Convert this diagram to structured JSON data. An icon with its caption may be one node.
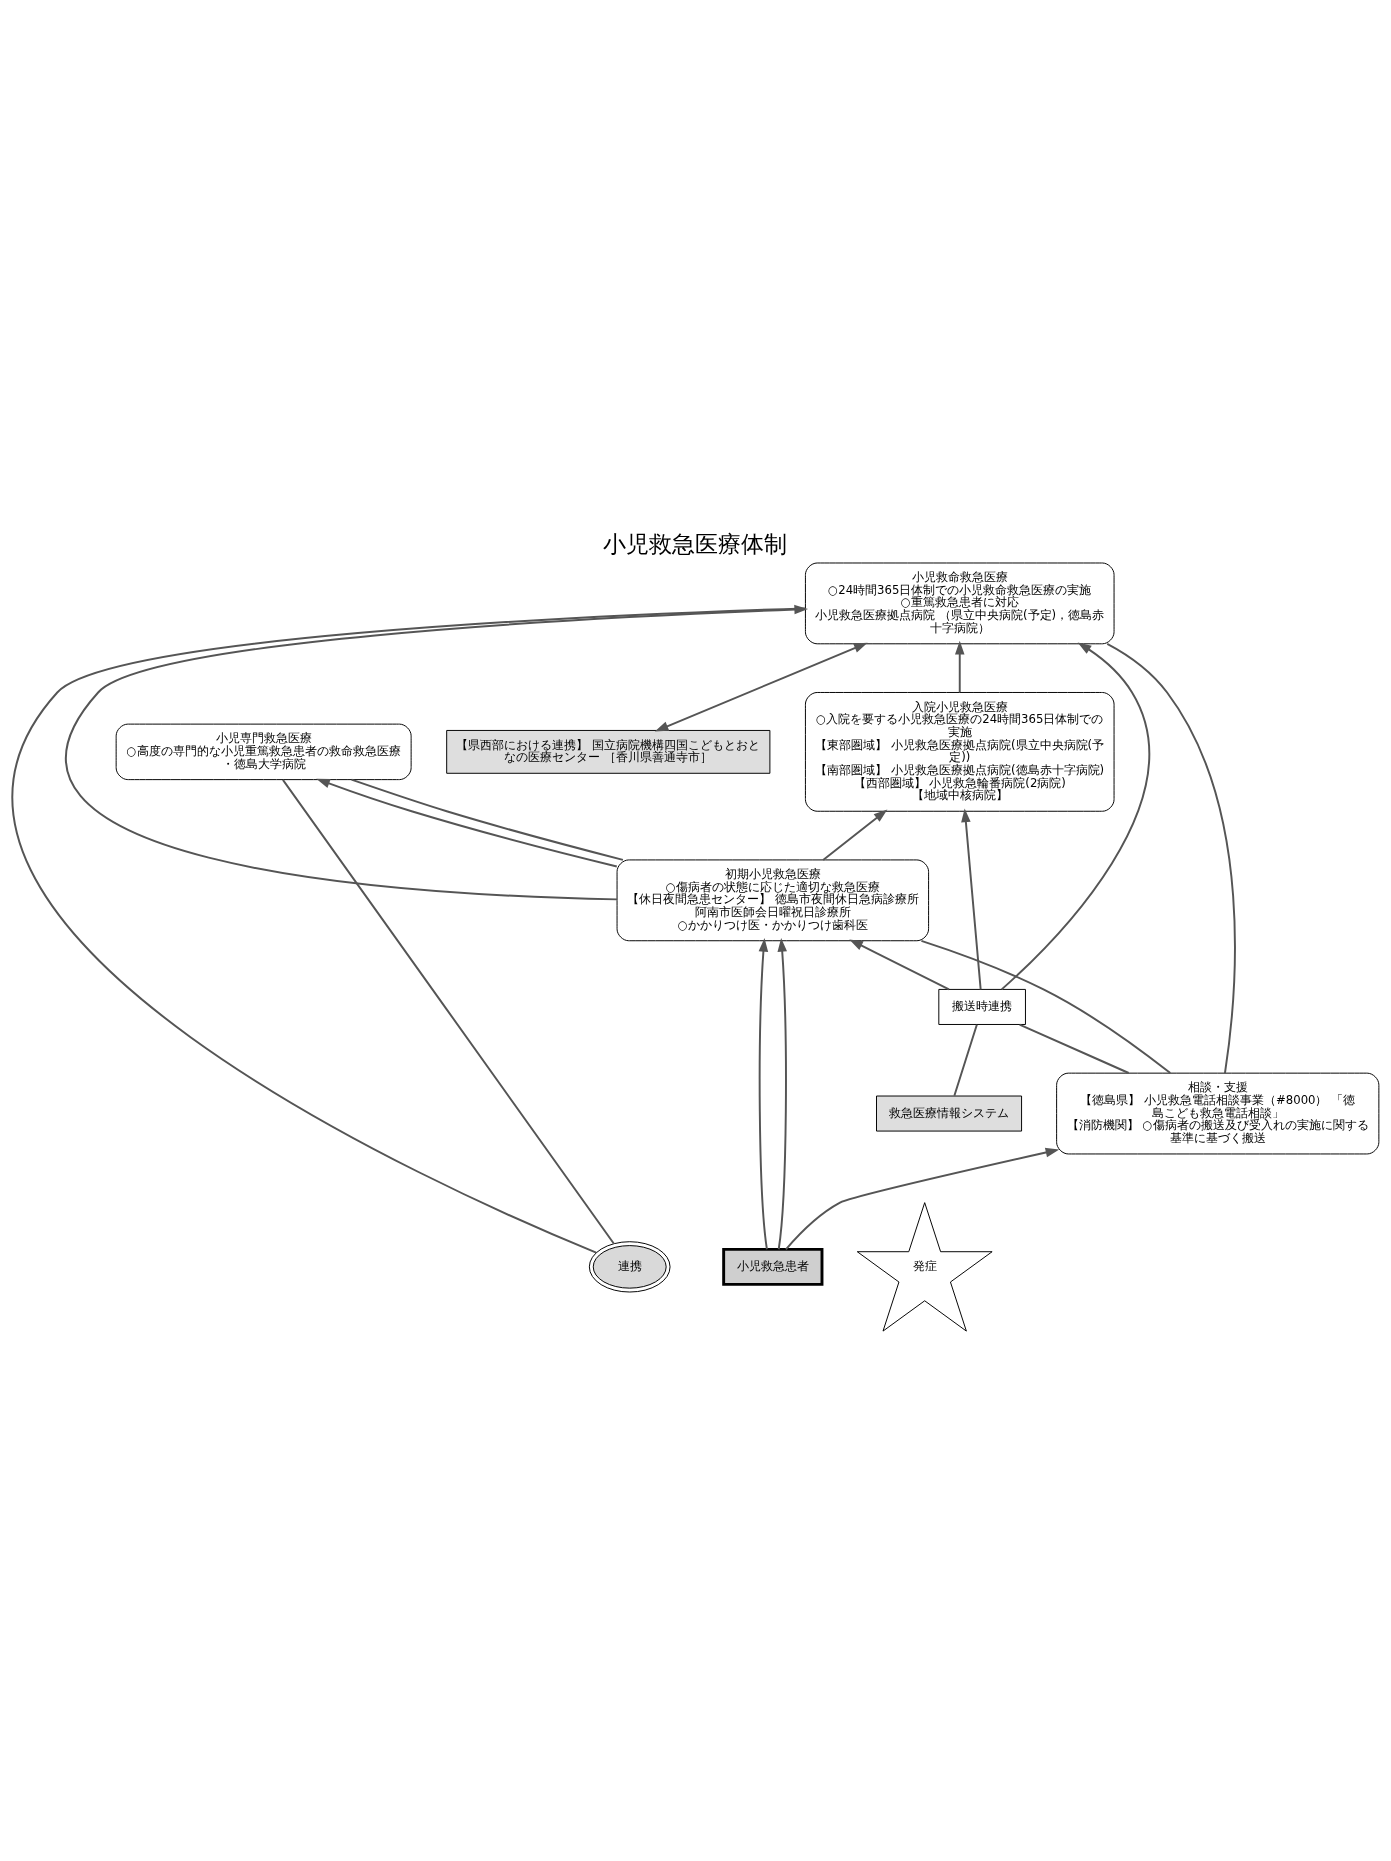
{
  "diagram": {
    "title": "小児救急医療体制",
    "nodes": [
      {
        "text": [
          "小児救命救急医療",
          "○24時間365日体制での小児救命救急医療の実施",
          "○重篤救急患者に対応",
          "小児救急医療拠点病院 （県立中央病院(予定)，徳島赤十字病院）"
        ]
      },
      {
        "text": [
          "入院小児救急医療",
          "○入院を要する小児救急医療の24時間365日体制での実施",
          "【東部圏域】 小児救急医療拠点病院(県立中央病院(予定))",
          "【南部圏域】 小児救急医療拠点病院(徳島赤十字病院)",
          "【西部圏域】 小児救急輪番病院(2病院)",
          "【地域中核病院】"
        ]
      },
      {
        "text": [
          "初期小児救急医療",
          "○傷病者の状態に応じた適切な救急医療",
          "【休日夜間急患センター】 徳島市夜間休日急病診療所",
          "阿南市医師会日曜祝日診療所",
          "○かかりつけ医・かかりつけ歯科医"
        ]
      },
      {
        "text": [
          "小児専門救急医療",
          "○高度の専門的な小児重篤救急患者の救命救急医療",
          "・徳島大学病院"
        ]
      },
      {
        "text": [
          "連携"
        ]
      },
      {
        "text": [
          "【県西部における連携】 国立病院機構四国こどもとおとなの医療センター ［香川県善通寺市］"
        ]
      },
      {
        "text": [
          "救急医療情報システム"
        ]
      },
      {
        "text": [
          "搬送時連携"
        ]
      },
      {
        "text": [
          "相談・支援",
          "【徳島県】 小児救急電話相談事業（#8000） 「徳島こども救急電話相談」",
          "【消防機関】 ○傷病者の搬送及び受入れの実施に関する基準に基づく搬送"
        ]
      },
      {
        "text": [
          "小児救急患者"
        ]
      },
      {
        "text": [
          "発症"
        ]
      }
    ],
    "edges": [
      {
        "from": 1,
        "to": 0,
        "arrow": "to"
      },
      {
        "from": 2,
        "to": 1,
        "arrow": "to"
      },
      {
        "from": 2,
        "to": 0,
        "arrow": "to"
      },
      {
        "from": 2,
        "to": 3,
        "arrow": "to"
      },
      {
        "from": 9,
        "to": 8,
        "arrow": "to"
      },
      {
        "from": 9,
        "to": 2,
        "arrow": "to"
      },
      {
        "from": 9,
        "to": 2,
        "arrow": "to"
      },
      {
        "from": 8,
        "to": 7,
        "arrow": "none"
      },
      {
        "from": 7,
        "to": 0,
        "arrow": "to"
      },
      {
        "from": 7,
        "to": 1,
        "arrow": "to"
      },
      {
        "from": 7,
        "to": 2,
        "arrow": "to"
      },
      {
        "from": 5,
        "to": 0,
        "arrow": "both"
      },
      {
        "from": 6,
        "to": 7,
        "arrow": "none"
      },
      {
        "from": 0,
        "to": 4,
        "arrow": "none"
      },
      {
        "from": 4,
        "to": 3,
        "arrow": "none"
      },
      {
        "from": 3,
        "to": 2,
        "arrow": "none"
      },
      {
        "from": 2,
        "to": 8,
        "arrow": "none"
      },
      {
        "from": 8,
        "to": 0,
        "arrow": "none"
      }
    ]
  }
}
